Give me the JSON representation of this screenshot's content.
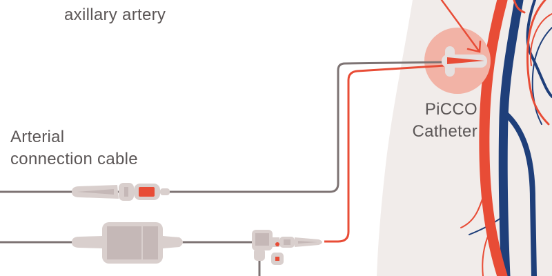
{
  "labels": {
    "axillary_artery": "axillary artery",
    "arterial_cable_line1": "Arterial",
    "arterial_cable_line2": "connection cable",
    "picco_line1": "PiCCO",
    "picco_line2": "Catheter"
  },
  "colors": {
    "artery": "#e84c36",
    "vein": "#1f3f7a",
    "skin": "#f1ecea",
    "highlight": "#f2b3a6",
    "cable": "#7d7373",
    "connector": "#d9cfcd",
    "connector_inner": "#c5b8b7",
    "text": "#5b5656"
  }
}
